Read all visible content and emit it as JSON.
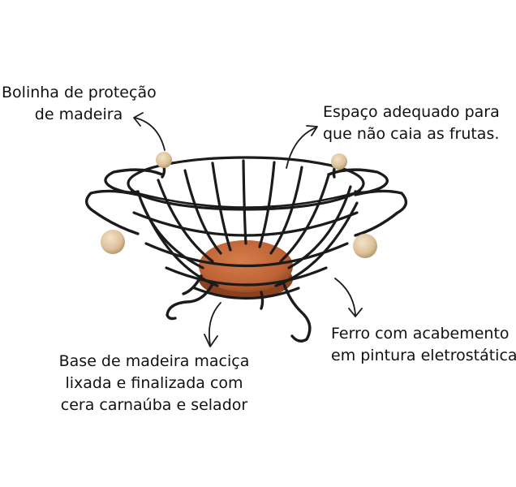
{
  "annotations": {
    "ball": {
      "line1": "Bolinha de proteção",
      "line2": "de madeira"
    },
    "space": {
      "line1": "Espaço adequado para",
      "line2": "que não caia as frutas."
    },
    "iron": {
      "line1": "Ferro com acabemento",
      "line2": "em pintura eletrostática"
    },
    "base": {
      "line1": "Base de madeira maciça",
      "line2": "lixada e finalizada com",
      "line3": "cera carnaúba e selador"
    }
  },
  "colors": {
    "iron": "#1b1b1b",
    "wood_base": "#c0673a",
    "wood_ball": "#e2c9a5",
    "text": "#111111"
  }
}
